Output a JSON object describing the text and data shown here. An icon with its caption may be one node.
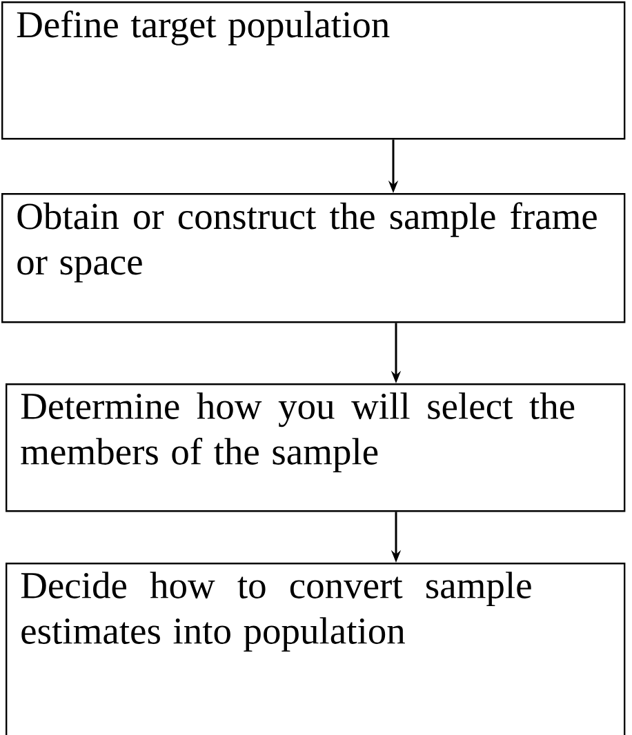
{
  "diagram": {
    "nodes": [
      {
        "text": [
          "Define target population"
        ]
      },
      {
        "text": [
          "Obtain or construct the sample frame or space"
        ]
      },
      {
        "text": [
          "Determine how you will select the members of the sample"
        ]
      },
      {
        "text": [
          "Decide how to convert sample estimates into population"
        ]
      }
    ],
    "edges": [
      {
        "from": 0,
        "to": 1,
        "arrow": "to"
      },
      {
        "from": 1,
        "to": 2,
        "arrow": "to"
      },
      {
        "from": 2,
        "to": 3,
        "arrow": "to"
      }
    ]
  }
}
